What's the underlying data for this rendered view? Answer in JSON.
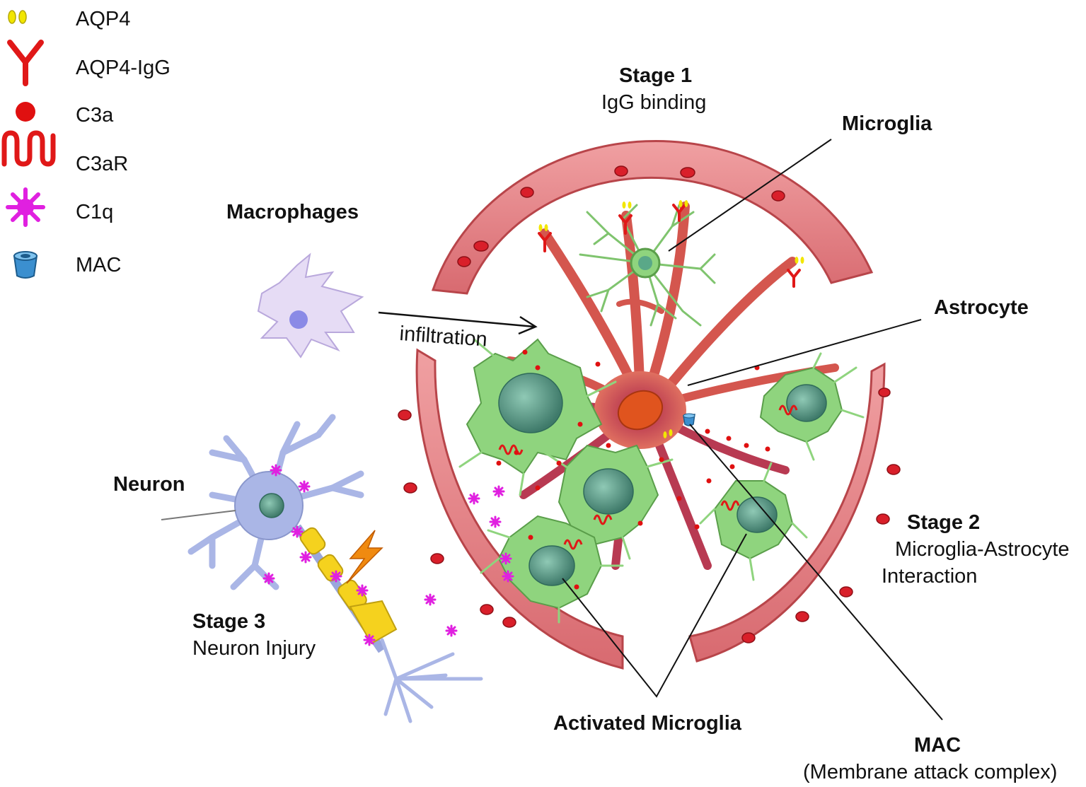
{
  "legend": {
    "items": [
      {
        "label": "AQP4",
        "icon": "aqp4-icon"
      },
      {
        "label": "AQP4-IgG",
        "icon": "igg-antibody-icon"
      },
      {
        "label": "C3a",
        "icon": "c3a-dot-icon"
      },
      {
        "label": "C3aR",
        "icon": "c3ar-receptor-icon"
      },
      {
        "label": "C1q",
        "icon": "c1q-star-icon"
      },
      {
        "label": "MAC",
        "icon": "mac-pore-icon"
      }
    ]
  },
  "labels": {
    "stage1_title": "Stage 1",
    "stage1_sub": "IgG binding",
    "microglia": "Microglia",
    "macrophages": "Macrophages",
    "infiltration": "infiltration",
    "astrocyte": "Astrocyte",
    "neuron": "Neuron",
    "stage2_title": "Stage 2",
    "stage2_sub1": "Microglia-Astrocyte",
    "stage2_sub2": "Interaction",
    "stage3_title": "Stage 3",
    "stage3_sub": "Neuron Injury",
    "activated_microglia": "Activated Microglia",
    "mac_title": "MAC",
    "mac_sub": "(Membrane attack complex)"
  },
  "colors": {
    "vessel": "#e8868a",
    "vessel_edge": "#b8454a",
    "rbc": "#d91f2a",
    "astrocyte": "#d4564e",
    "microglia": "#8fd47e",
    "microglia_edge": "#5a9e4a",
    "neuron": "#aab6e6",
    "macrophage": "#e6dcf5",
    "c3a": "#e01010",
    "c1q": "#e020e0",
    "aqp4": "#f2e600",
    "mac": "#3b8fcf"
  }
}
